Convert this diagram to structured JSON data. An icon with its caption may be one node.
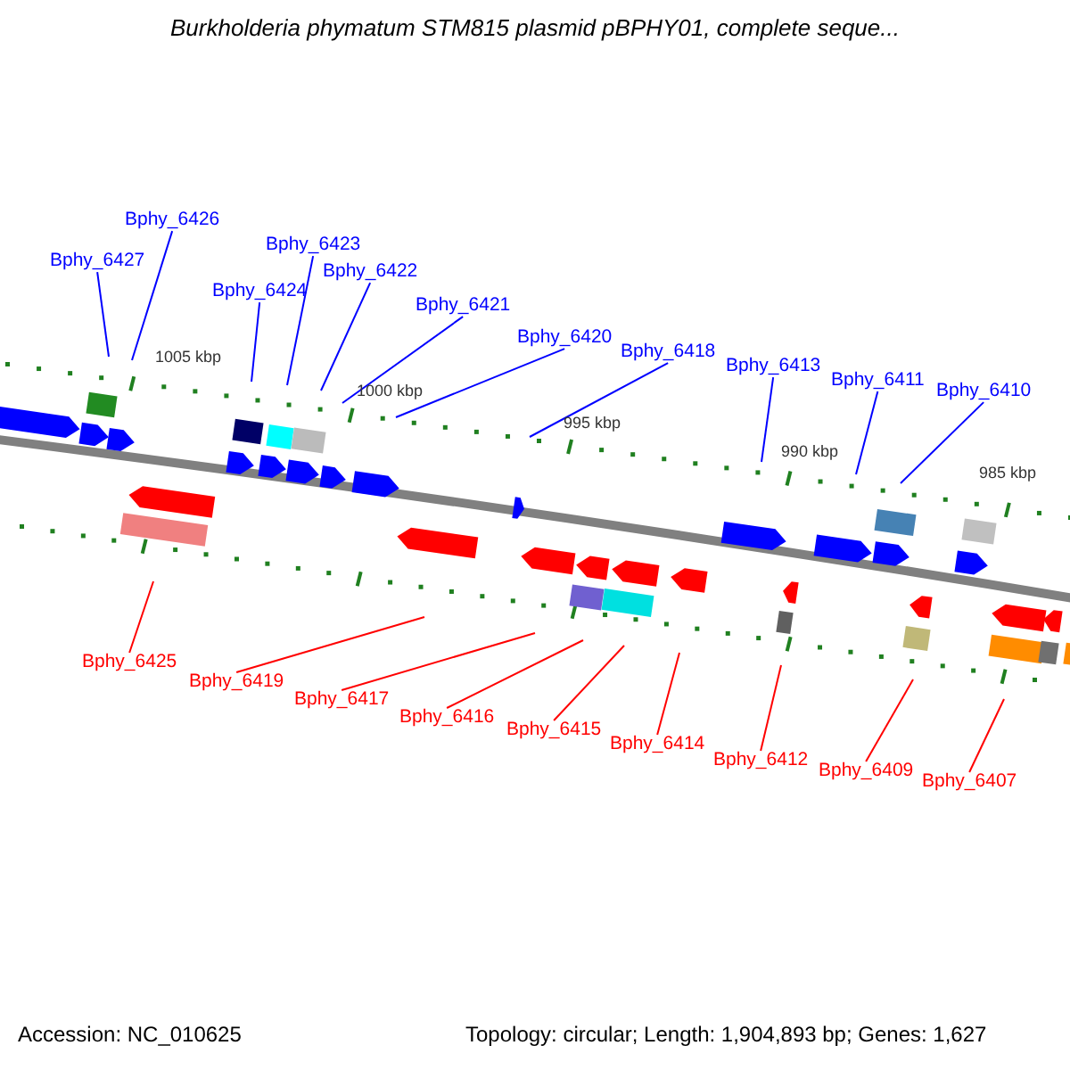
{
  "diagram": {
    "title": "Burkholderia phymatum STM815 plasmid pBPHY01, complete seque...",
    "nodes": [
      {
        "text": [
          "Bphy_6427"
        ]
      },
      {
        "text": [
          "Bphy_6426"
        ]
      },
      {
        "text": [
          "Bphy_6424"
        ]
      },
      {
        "text": [
          "Bphy_6423"
        ]
      },
      {
        "text": [
          "Bphy_6422"
        ]
      },
      {
        "text": [
          "Bphy_6421"
        ]
      },
      {
        "text": [
          "Bphy_6420"
        ]
      },
      {
        "text": [
          "Bphy_6418"
        ]
      },
      {
        "text": [
          "Bphy_6413"
        ]
      },
      {
        "text": [
          "Bphy_6411"
        ]
      },
      {
        "text": [
          "Bphy_6410"
        ]
      },
      {
        "text": [
          "Bphy_6425"
        ]
      },
      {
        "text": [
          "Bphy_6419"
        ]
      },
      {
        "text": [
          "Bphy_6417"
        ]
      },
      {
        "text": [
          "Bphy_6416"
        ]
      },
      {
        "text": [
          "Bphy_6415"
        ]
      },
      {
        "text": [
          "Bphy_6414"
        ]
      },
      {
        "text": [
          "Bphy_6412"
        ]
      },
      {
        "text": [
          "Bphy_6409"
        ]
      },
      {
        "text": [
          "Bphy_6407"
        ]
      }
    ],
    "edges": [
      {
        "from": 0,
        "to": null,
        "arrow": "none"
      },
      {
        "from": 1,
        "to": null,
        "arrow": "none"
      },
      {
        "from": 2,
        "to": null,
        "arrow": "none"
      },
      {
        "from": 3,
        "to": null,
        "arrow": "none"
      },
      {
        "from": 4,
        "to": null,
        "arrow": "none"
      },
      {
        "from": 5,
        "to": null,
        "arrow": "none"
      },
      {
        "from": 6,
        "to": null,
        "arrow": "none"
      },
      {
        "from": 7,
        "to": null,
        "arrow": "none"
      },
      {
        "from": 8,
        "to": null,
        "arrow": "none"
      },
      {
        "from": 9,
        "to": null,
        "arrow": "none"
      },
      {
        "from": 10,
        "to": null,
        "arrow": "none"
      },
      {
        "from": 11,
        "to": null,
        "arrow": "none",
        "color": "#ff0000"
      },
      {
        "from": 12,
        "to": null,
        "arrow": "none",
        "color": "#ff0000"
      },
      {
        "from": 13,
        "to": null,
        "arrow": "none",
        "color": "#ff0000"
      },
      {
        "from": 14,
        "to": null,
        "arrow": "none",
        "color": "#ff0000"
      },
      {
        "from": 15,
        "to": null,
        "arrow": "none",
        "color": "#ff0000"
      },
      {
        "from": 16,
        "to": null,
        "arrow": "none",
        "color": "#ff0000"
      },
      {
        "from": 17,
        "to": null,
        "arrow": "none",
        "color": "#ff0000"
      },
      {
        "from": 18,
        "to": null,
        "arrow": "none",
        "color": "#ff0000"
      },
      {
        "from": 19,
        "to": null,
        "arrow": "none",
        "color": "#ff0000"
      }
    ],
    "labels": [
      "1005 kbp",
      "1000 kbp",
      "995 kbp",
      "990 kbp",
      "985 kbp",
      "Accession: NC_010625",
      "Topology: circular; Length: 1,904,893 bp; Genes: 1,627"
    ]
  }
}
